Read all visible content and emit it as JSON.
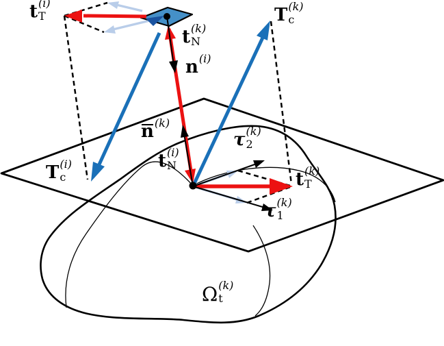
{
  "figure": {
    "description": "Contact kinematics diagram: tangential and normal decomposition of contact tractions on surface patch",
    "colors": {
      "red": "#ec1212",
      "blue": "#1a70b8",
      "pale_blue": "#b9cde9",
      "plane_fill": "#4590c8",
      "dark_blue": "#1a53a0",
      "black": "#000000"
    },
    "labels": {
      "t_T_i": {
        "base": "t",
        "sub": "T",
        "sup": "(i)"
      },
      "T_c_k": {
        "base": "T",
        "sub": "c",
        "sup": "(k)"
      },
      "t_N_k": {
        "base": "t",
        "sub": "N",
        "sup": "(k)"
      },
      "n_i": {
        "base": "n",
        "sub": "",
        "sup": "(i)"
      },
      "nbar_k": {
        "base": "n",
        "sub": "",
        "sup": "(k)"
      },
      "t_N_i": {
        "base": "t",
        "sub": "N",
        "sup": "(i)"
      },
      "tau_2_k": {
        "base": "τ",
        "sub": "2",
        "sup": "(k)"
      },
      "t_T_k": {
        "base": "t",
        "sub": "T",
        "sup": "(k)"
      },
      "tau_1_k": {
        "base": "τ",
        "sub": "1",
        "sup": "(k)"
      },
      "T_c_i": {
        "base": "T",
        "sub": "c",
        "sup": "(i)"
      },
      "Omega_t_k": {
        "base": "Ω",
        "sub": "t",
        "sup": "(k)"
      }
    }
  }
}
